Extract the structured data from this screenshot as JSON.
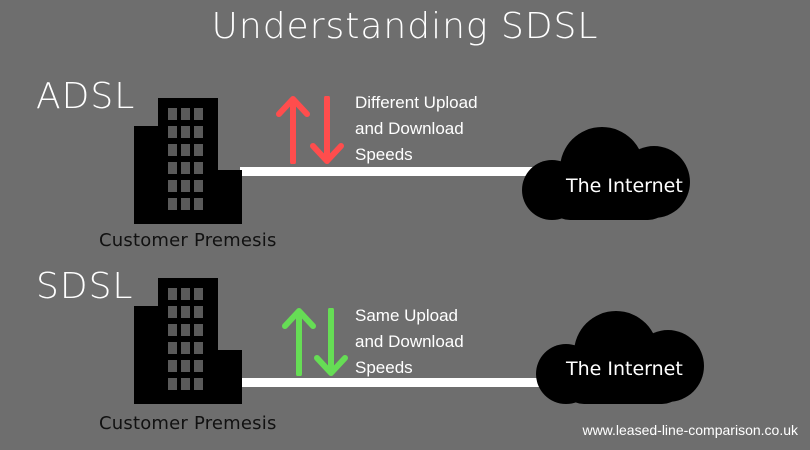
{
  "title": "Understanding SDSL",
  "adsl": {
    "label": "ADSL",
    "arrow_color": "#ff4d4d",
    "caption": [
      "Different Upload",
      "and Download",
      "Speeds"
    ],
    "building_label": "Customer Premesis",
    "cloud_label": "The Internet"
  },
  "sdsl": {
    "label": "SDSL",
    "arrow_color": "#66dd55",
    "caption": [
      "Same Upload",
      "and Download",
      "Speeds"
    ],
    "building_label": "Customer Premesis",
    "cloud_label": "The Internet"
  },
  "icons": {
    "building": "building-icon",
    "cloud": "cloud-icon",
    "up_arrow": "up-arrow-icon",
    "down_arrow": "down-arrow-icon"
  },
  "watermark": "www.leased-line-comparison.co.uk"
}
